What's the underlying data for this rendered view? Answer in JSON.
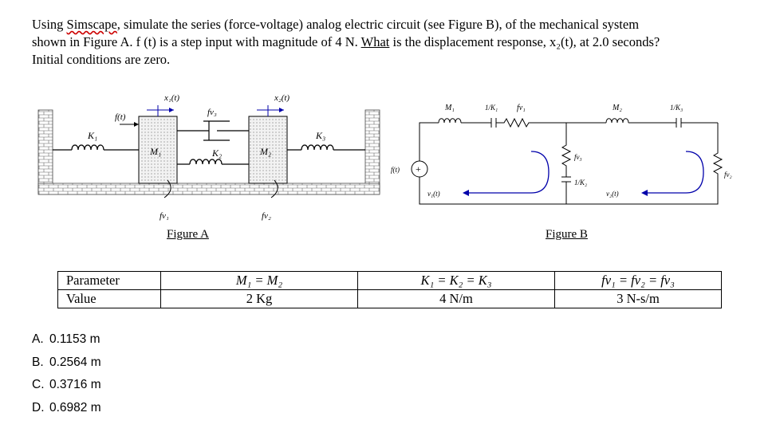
{
  "question": {
    "line1_a": "Using ",
    "line1_simscape": "Simscape",
    "line1_b": ", simulate the series (force-voltage) analog electric circuit (see Figure B), of the mechanical system",
    "line2_a": "shown in Figure A. f (t) is a step input with magnitude of 4 N. ",
    "line2_what": "What",
    "line2_b": " is the displacement response, x₂(t), at 2.0 seconds?",
    "line3": "Initial conditions are zero."
  },
  "figure_a": {
    "caption": "Figure A",
    "labels": {
      "x1": "x₁(t)",
      "x2": "x₂(t)",
      "f": "f(t)",
      "fv3": "fv₃",
      "k1": "K₁",
      "k2": "K₂",
      "k3": "K₃",
      "m1": "M₁",
      "m2": "M₂",
      "fv1": "fv₁",
      "fv2": "fv₂"
    }
  },
  "figure_b": {
    "caption": "Figure B",
    "labels": {
      "m1": "M₁",
      "k1": "1/K₁",
      "fv1": "fv₁",
      "m2": "M₂",
      "k3": "1/K₃",
      "f": "f(t)",
      "fv3": "fv₃",
      "k2": "1/K₂",
      "v1": "v₁(t)",
      "v2": "v₂(t)",
      "fv2": "fv₂"
    }
  },
  "table": {
    "header": [
      "Parameter",
      "M₁ = M₂",
      "K₁ = K₂ = K₃",
      "fv₁ = fv₂ = fv₃"
    ],
    "values": [
      "Value",
      "2 Kg",
      "4 N/m",
      "3 N-s/m"
    ]
  },
  "answers": [
    {
      "letter": "A.",
      "text": "0.1153 m"
    },
    {
      "letter": "B.",
      "text": "0.2564 m"
    },
    {
      "letter": "C.",
      "text": "0.3716 m"
    },
    {
      "letter": "D.",
      "text": "0.6982 m"
    }
  ]
}
